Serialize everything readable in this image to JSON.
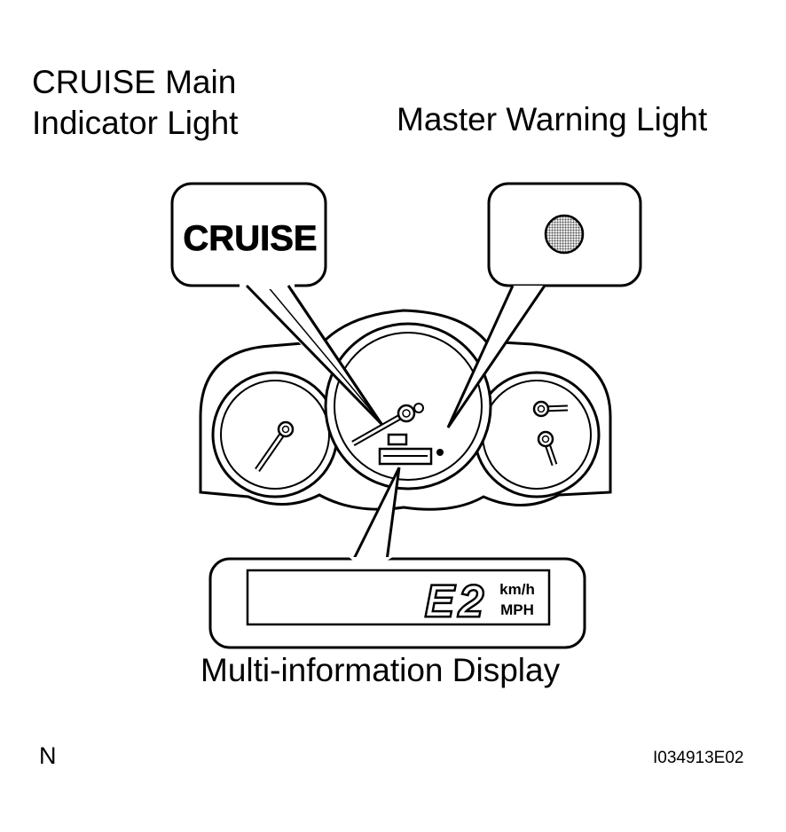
{
  "labels": {
    "cruise_main_line1": "CRUISE Main",
    "cruise_main_line2": "Indicator Light",
    "master_warning": "Master Warning Light",
    "multi_info_display": "Multi-information Display",
    "corner_letter": "N",
    "figure_code": "I034913E02"
  },
  "callouts": {
    "cruise_indicator_text": "CRUISE",
    "display_code": "E2",
    "unit_top": "km/h",
    "unit_bottom": "MPH"
  },
  "colors": {
    "line": "#000000",
    "background": "#ffffff",
    "warning_light_fill": "#8a8a8a"
  }
}
